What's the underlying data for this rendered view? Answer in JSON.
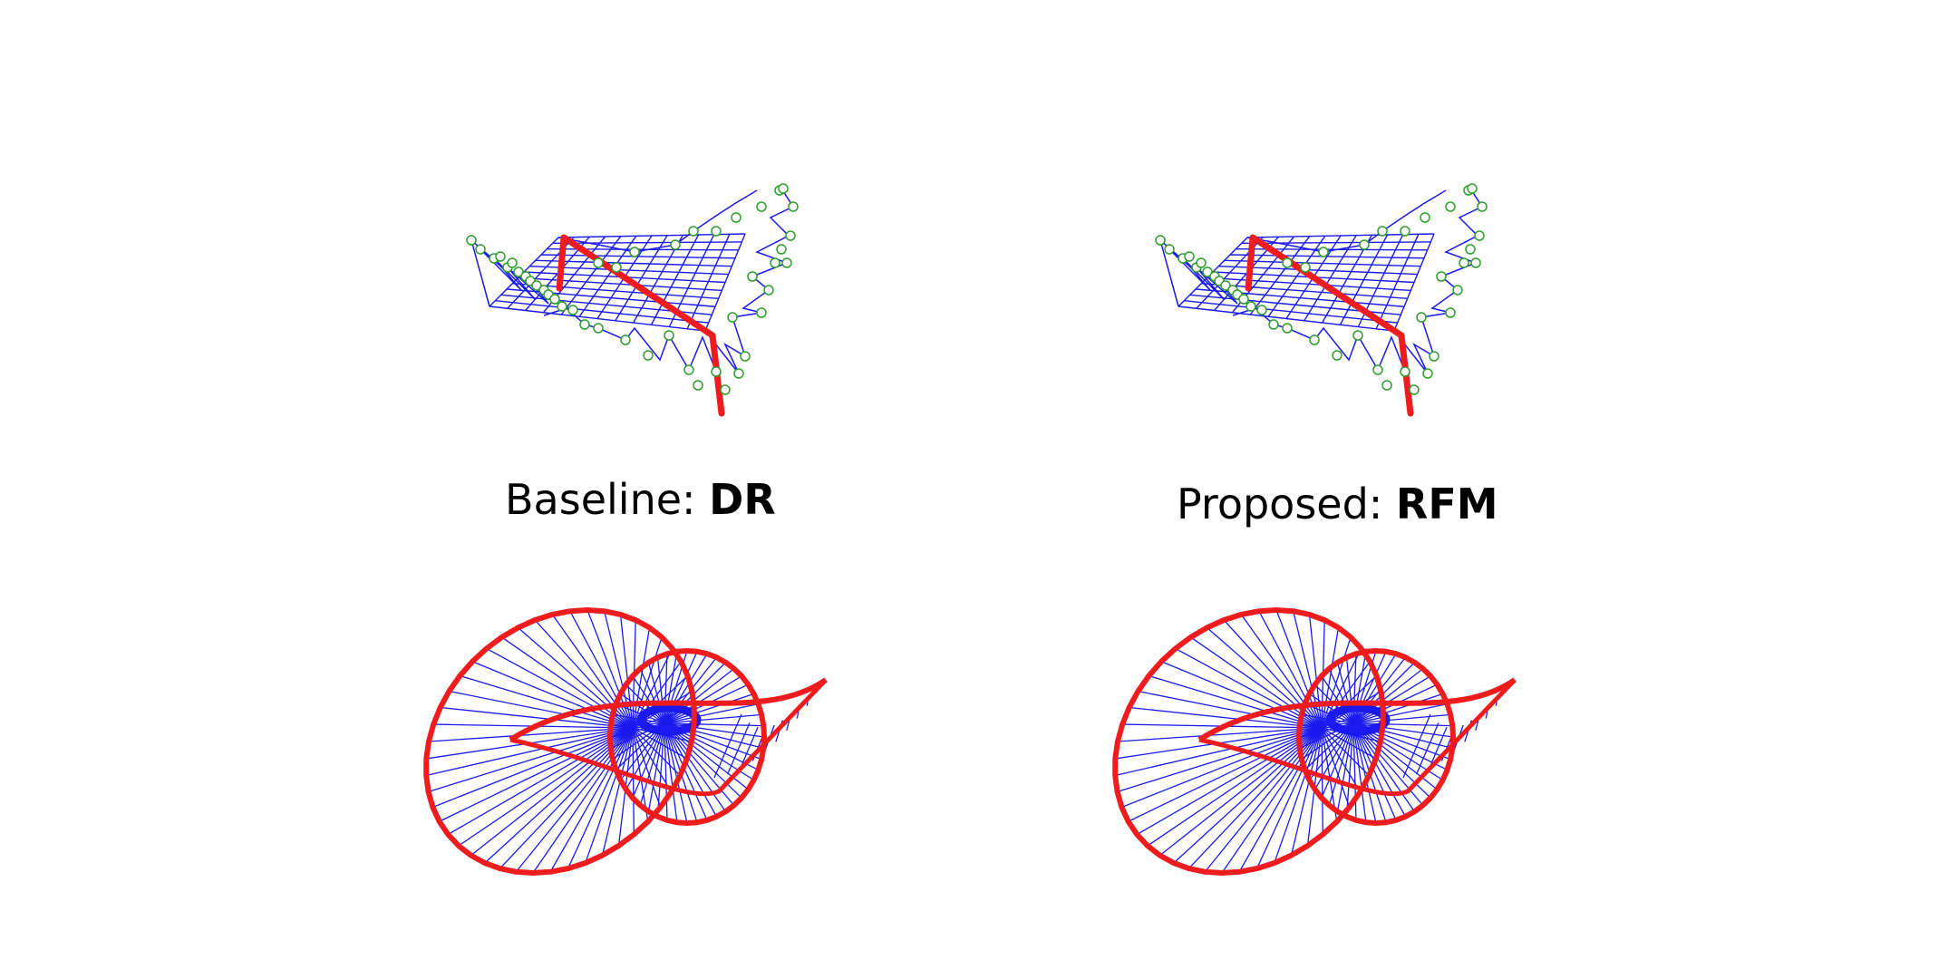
{
  "captions": {
    "left_prefix": "Baseline: ",
    "left_method": "DR",
    "right_prefix": "Proposed: ",
    "right_method": "RFM"
  },
  "colors": {
    "mesh": "#1a1aee",
    "edge": "#ee1c1c",
    "node_stroke": "#2e9e2e",
    "node_fill": "#ffffff",
    "background": "#ffffff"
  }
}
